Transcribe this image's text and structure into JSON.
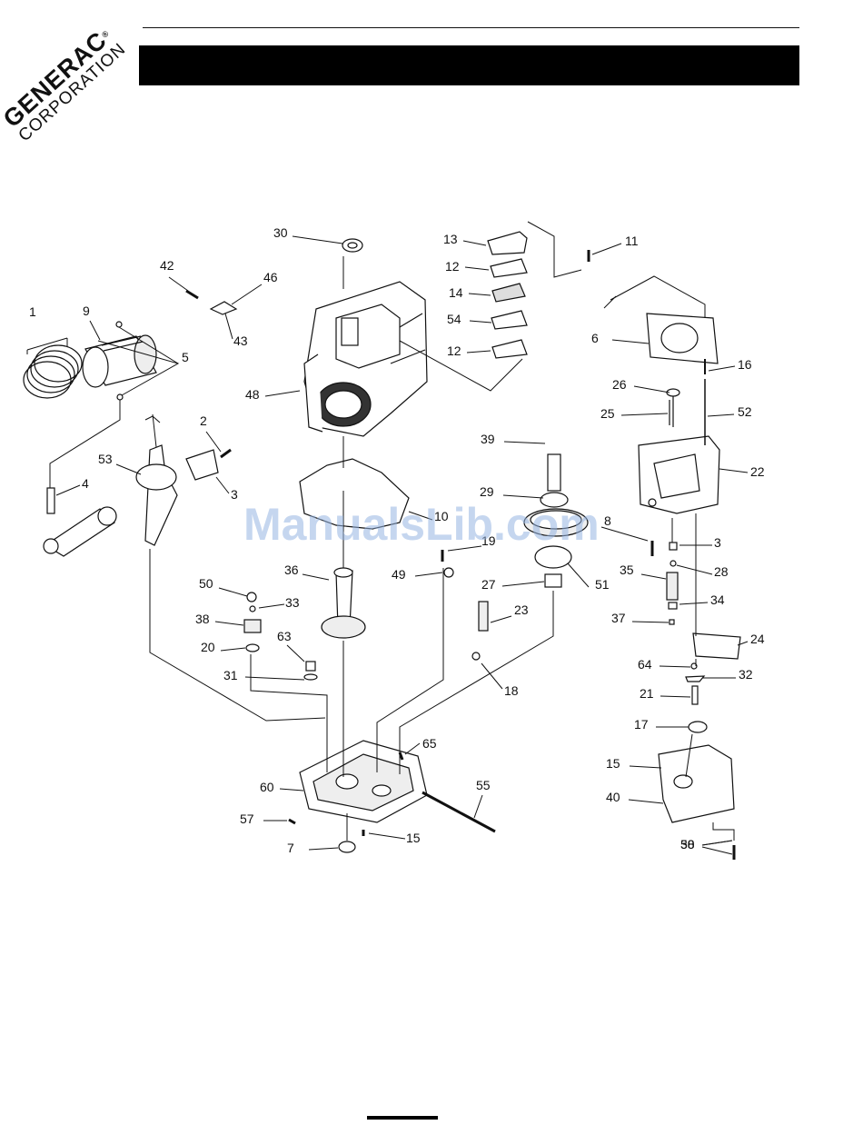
{
  "logo": {
    "line1": "GENERAC",
    "line2": "CORPORATION",
    "reg": "®"
  },
  "watermark": "ManualsLib.com",
  "parts": [
    {
      "label": "30"
    },
    {
      "label": "13"
    },
    {
      "label": "11"
    },
    {
      "label": "12"
    },
    {
      "label": "42"
    },
    {
      "label": "46"
    },
    {
      "label": "14"
    },
    {
      "label": "1"
    },
    {
      "label": "9"
    },
    {
      "label": "54"
    },
    {
      "label": "43"
    },
    {
      "label": "6"
    },
    {
      "label": "5"
    },
    {
      "label": "12"
    },
    {
      "label": "16"
    },
    {
      "label": "48"
    },
    {
      "label": "26"
    },
    {
      "label": "25"
    },
    {
      "label": "52"
    },
    {
      "label": "2"
    },
    {
      "label": "39"
    },
    {
      "label": "53"
    },
    {
      "label": "3"
    },
    {
      "label": "22"
    },
    {
      "label": "4"
    },
    {
      "label": "29"
    },
    {
      "label": "10"
    },
    {
      "label": "8"
    },
    {
      "label": "3"
    },
    {
      "label": "19"
    },
    {
      "label": "36"
    },
    {
      "label": "49"
    },
    {
      "label": "35"
    },
    {
      "label": "28"
    },
    {
      "label": "27"
    },
    {
      "label": "51"
    },
    {
      "label": "50"
    },
    {
      "label": "33"
    },
    {
      "label": "34"
    },
    {
      "label": "23"
    },
    {
      "label": "38"
    },
    {
      "label": "37"
    },
    {
      "label": "24"
    },
    {
      "label": "63"
    },
    {
      "label": "20"
    },
    {
      "label": "31"
    },
    {
      "label": "64"
    },
    {
      "label": "18"
    },
    {
      "label": "32"
    },
    {
      "label": "21"
    },
    {
      "label": "17"
    },
    {
      "label": "65"
    },
    {
      "label": "15"
    },
    {
      "label": "55"
    },
    {
      "label": "60"
    },
    {
      "label": "40"
    },
    {
      "label": "57"
    },
    {
      "label": "15"
    },
    {
      "label": "7"
    },
    {
      "label": "30"
    },
    {
      "label": "58"
    }
  ]
}
